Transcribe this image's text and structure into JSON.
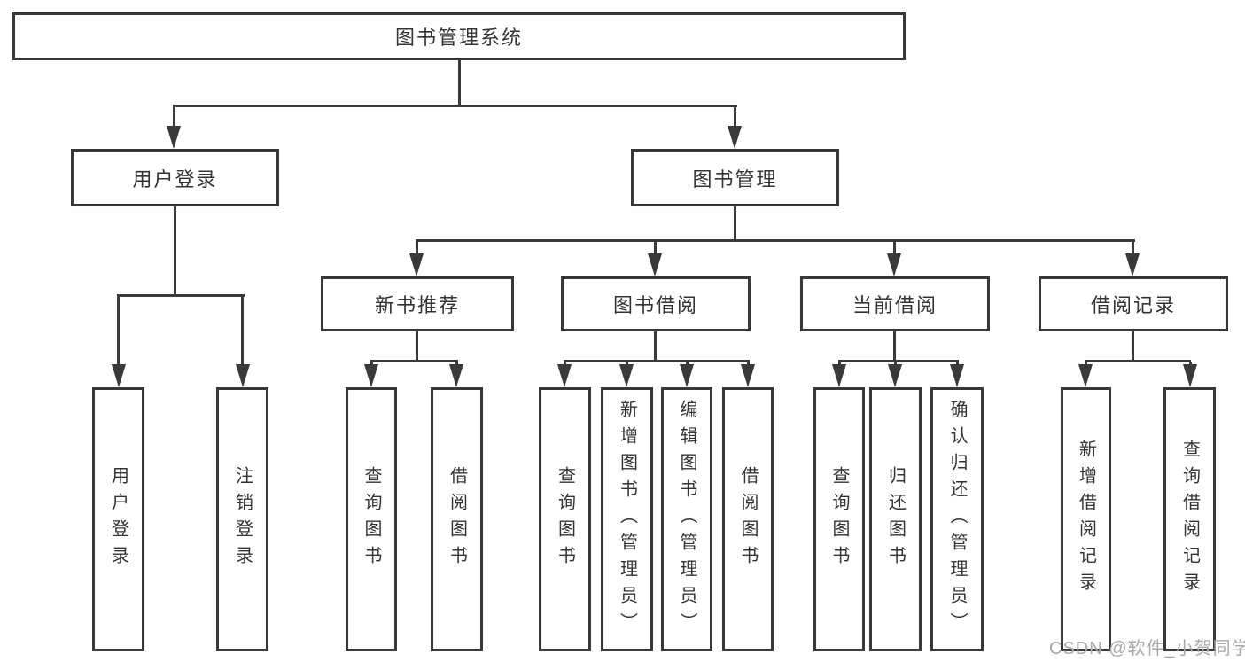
{
  "diagram": {
    "title": "图书管理系统",
    "root": {
      "label": "图书管理系统"
    },
    "branches": [
      {
        "label": "用户登录",
        "leaves": [
          {
            "label": "用户登录"
          },
          {
            "label": "注销登录"
          }
        ]
      },
      {
        "label": "图书管理",
        "groups": [
          {
            "label": "新书推荐",
            "leaves": [
              {
                "label": "查询图书"
              },
              {
                "label": "借阅图书"
              }
            ]
          },
          {
            "label": "图书借阅",
            "leaves": [
              {
                "label": "查询图书"
              },
              {
                "label": "新增图书（管理员）"
              },
              {
                "label": "编辑图书（管理员）"
              },
              {
                "label": "借阅图书"
              }
            ]
          },
          {
            "label": "当前借阅",
            "leaves": [
              {
                "label": "查询图书"
              },
              {
                "label": "归还图书"
              },
              {
                "label": "确认归还（管理员）"
              }
            ]
          },
          {
            "label": "借阅记录",
            "leaves": [
              {
                "label": "新增借阅记录"
              },
              {
                "label": "查询借阅记录"
              }
            ]
          }
        ]
      }
    ]
  },
  "watermark": {
    "text": "CSDN @软件_小贺同学"
  },
  "colors": {
    "line": "#3a3a3a",
    "box_border": "#383838",
    "text": "#333333",
    "watermark_text": "#a9a9a9",
    "background": "#ffffff"
  }
}
